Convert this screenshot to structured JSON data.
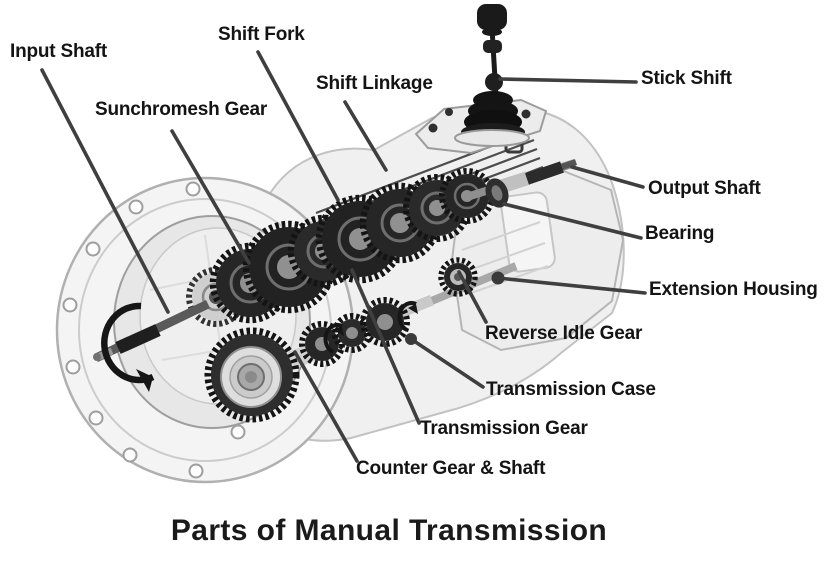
{
  "title": "Parts of Manual Transmission",
  "labels": {
    "input_shaft": "Input Shaft",
    "shift_fork": "Shift Fork",
    "shift_linkage": "Shift Linkage",
    "stick_shift": "Stick Shift",
    "sunchromesh_gear": "Sunchromesh Gear",
    "output_shaft": "Output Shaft",
    "bearing": "Bearing",
    "extension_housing": "Extension Housing",
    "reverse_idle_gear": "Reverse Idle Gear",
    "transmission_case": "Transmission Case",
    "transmission_gear": "Transmission Gear",
    "counter_gear_shaft": "Counter Gear & Shaft"
  },
  "colors": {
    "label_text": "#141414",
    "leader_line": "#3f3f3f",
    "gear_dark": "#262626",
    "housing_light": "#f0f0f0",
    "background": "#ffffff"
  }
}
